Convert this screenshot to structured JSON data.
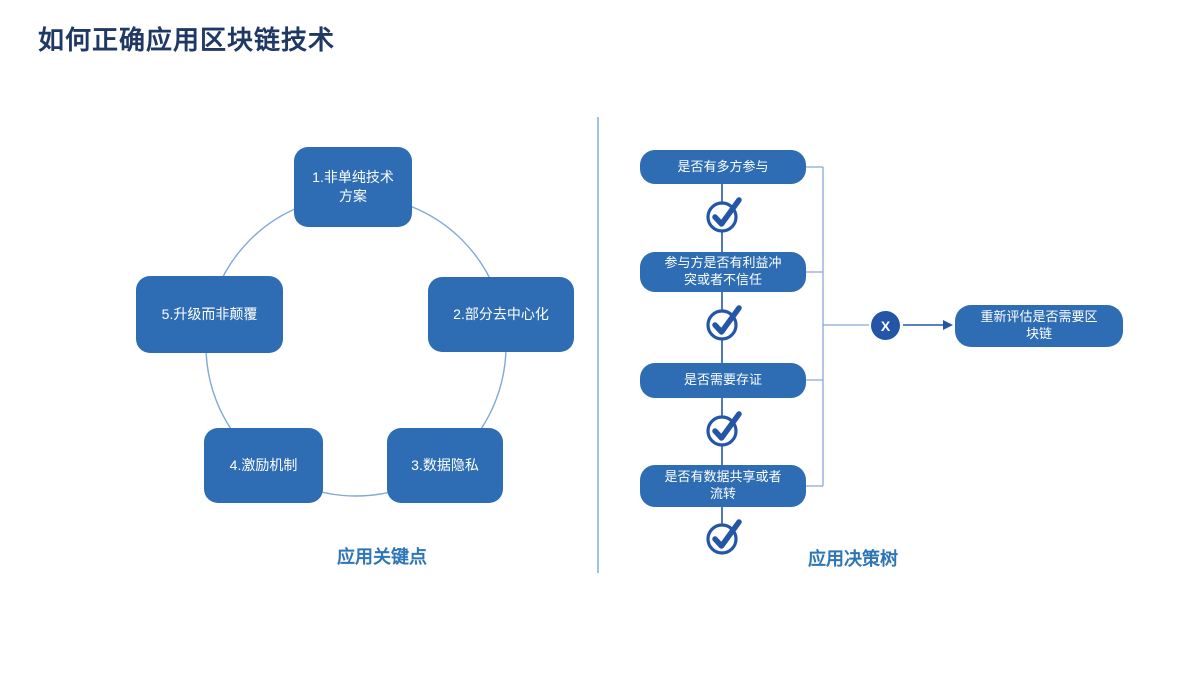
{
  "slide": {
    "title": "如何正确应用区块链技术",
    "left": {
      "label": "应用关键点",
      "items": [
        "1.非单纯技术方案",
        "2.部分去中心化",
        "3.数据隐私",
        "4.激励机制",
        "5.升级而非颠覆"
      ]
    },
    "right": {
      "label": "应用决策树",
      "questions": [
        "是否有多方参与",
        "参与方是否有利益冲突或者不信任",
        "是否需要存证",
        "是否有数据共享或者流转"
      ],
      "no_marker": "X",
      "result": "重新评估是否需要区块链"
    },
    "colors": {
      "box_fill": "#2E6DB4",
      "accent_dark": "#2456A8",
      "label_blue": "#2E75B6",
      "title_navy": "#1F3864",
      "cycle_ring": "#7FA8D8",
      "divider": "#9CC2E5",
      "bracket": "#8AA8D4"
    }
  }
}
